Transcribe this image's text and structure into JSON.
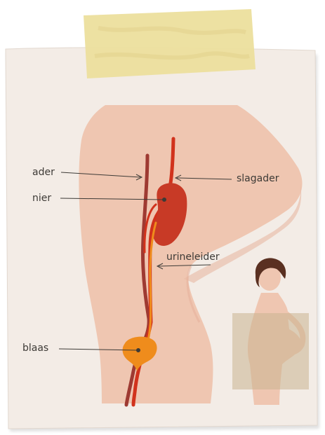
{
  "labels": {
    "ader": "ader",
    "nier": "nier",
    "slagader": "slagader",
    "urineleider": "urineleider",
    "blaas": "blaas"
  },
  "colors": {
    "paper": "#f3ece6",
    "tape": "#ecdf9d",
    "skin": "#efc6b1",
    "skin_shadow": "#e8b9a3",
    "artery": "#d1321c",
    "vein": "#9e3a32",
    "kidney": "#c83a26",
    "ureter": "#ef8c1c",
    "bladder": "#ef8c1c",
    "label_text": "#3d3a36",
    "inset_box": "#c9b48f"
  }
}
